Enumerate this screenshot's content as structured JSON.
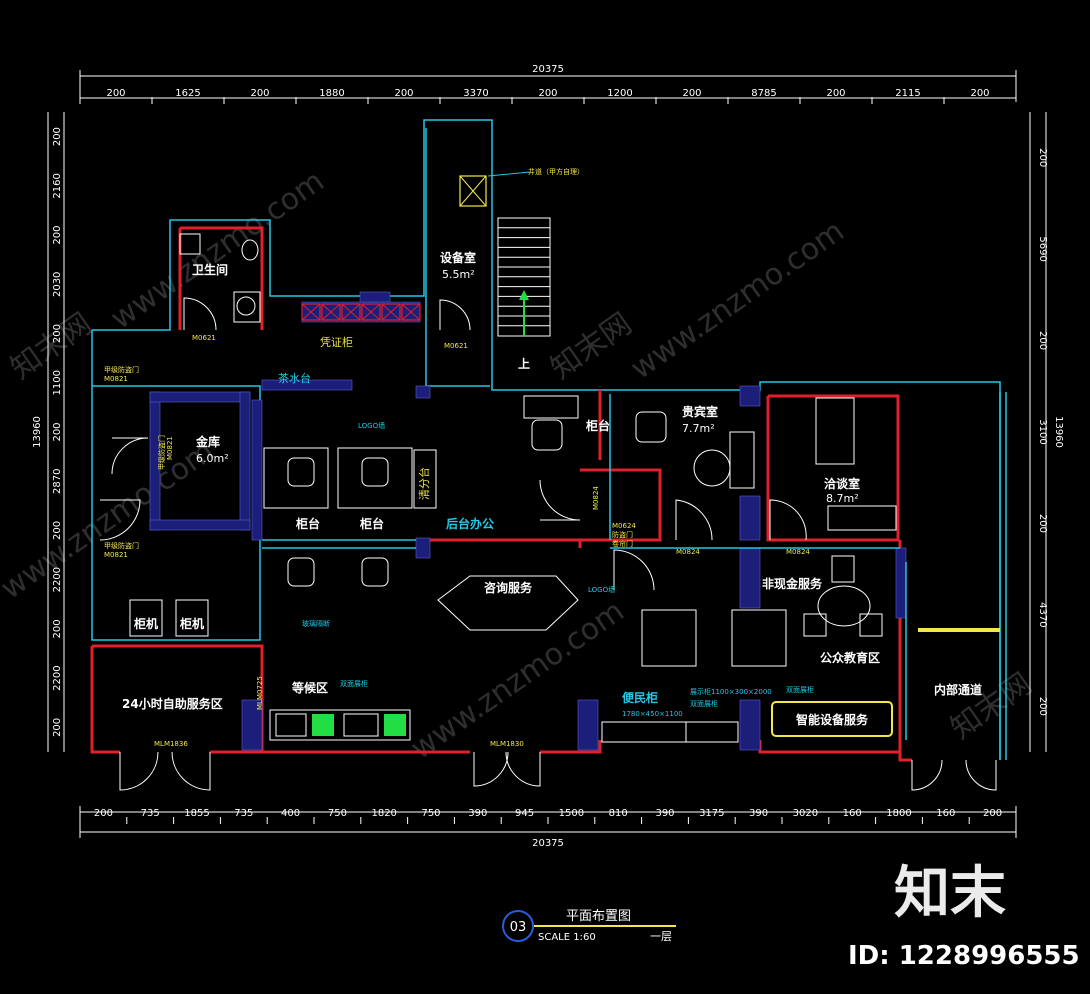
{
  "title": {
    "number": "03",
    "name": "平面布置图",
    "scale": "SCALE 1:60",
    "floor": "一层"
  },
  "dimensions": {
    "top_total": "20375",
    "top_segments": [
      "200",
      "1625",
      "200",
      "1880",
      "200",
      "3370",
      "200",
      "1200",
      "200",
      "8785",
      "200",
      "2115",
      "200"
    ],
    "bottom_total": "20375",
    "bottom_segments": [
      "200",
      "735",
      "1855",
      "735",
      "400",
      "750",
      "1820",
      "750",
      "390",
      "945",
      "1500",
      "810",
      "390",
      "3175",
      "390",
      "3020",
      "160",
      "1800",
      "160",
      "200"
    ],
    "left_segments": [
      "200",
      "2160",
      "200",
      "2030",
      "200",
      "1100",
      "200",
      "2870",
      "200",
      "2200",
      "200",
      "2200",
      "200"
    ],
    "left_total": "13960",
    "right_segments": [
      "200",
      "5690",
      "200",
      "3100",
      "200",
      "4370",
      "200"
    ],
    "right_total": "13960"
  },
  "rooms": {
    "toilet": "卫生间",
    "equipment": "设备室",
    "equipment_area": "5.5m²",
    "voucher": "凭证柜",
    "tea": "茶水台",
    "vault": "金库",
    "vault_area": "6.0m²",
    "counter1": "柜台",
    "counter2": "柜台",
    "counter3": "柜台",
    "sorting": "清分台",
    "back_office": "后台办公",
    "vip": "贵宾室",
    "vip_area": "7.7m²",
    "negotiation": "洽谈室",
    "negotiation_area": "8.7m²",
    "consult": "咨询服务",
    "non_cash": "非现金服务",
    "education": "公众教育区",
    "atm1": "柜机",
    "atm2": "柜机",
    "self_service": "24小时自助服务区",
    "waiting": "等候区",
    "convenience": "便民柜",
    "smart": "智能设备服务",
    "internal": "内部通道",
    "up": "上"
  },
  "annotations": {
    "skylight": "井道（甲方自理）",
    "logo_wall": "LOGO墙",
    "logo_wall2": "LOGO墙",
    "door_security_a": "甲级防盗门",
    "door_security_a_code": "M0821",
    "door_security_b": "甲级防盗门",
    "door_security_b_code": "M0821",
    "door_vault": "甲级防盗门",
    "door_vault_code": "M0821",
    "door_m0621": "M0621",
    "door_m0621b": "M0621",
    "door_m0824": "M0824",
    "door_m0824b": "M0824",
    "door_m0824c": "M0824",
    "door_back": "M0624",
    "door_back_label": "防盗门",
    "door_shutter": "卷帘门",
    "door_entry1": "MLM1836",
    "door_entry2": "MLM1830",
    "glass": "玻璃隔断",
    "double_display": "双面展柜",
    "double_display2": "双面展柜",
    "double_display3": "双面展柜",
    "display_spec": "展示柜1100×300×2000",
    "convenience_spec": "1780×450×1100",
    "mlm": "MLM0725"
  },
  "watermarks": {
    "site": "www.znzmo.com",
    "brand": "知末网"
  },
  "branding": {
    "logo": "知末",
    "id": "ID: 1228996555"
  },
  "colors": {
    "background": "#000000",
    "wall": "#e0202a",
    "partition": "#22c8e6",
    "dimension": "#ffffff",
    "label": "#f2e84a",
    "hatch": "#1b1f7a",
    "accent_green": "#22dd44"
  }
}
